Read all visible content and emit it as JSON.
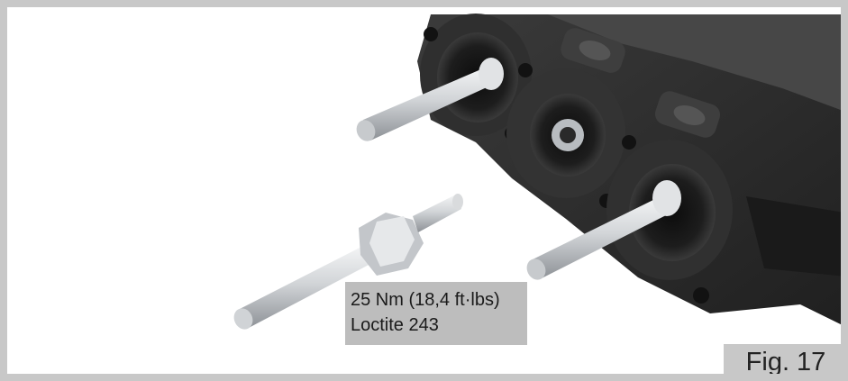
{
  "callout": {
    "line1": "25 Nm (18,4 ft·lbs)",
    "line2": "Loctite 243"
  },
  "figure": {
    "label": "Fig. 17"
  },
  "colors": {
    "frame": "#c8c8c8",
    "callout_bg": "#bdbdbd",
    "housing": "#2b2b2b",
    "steel": "#c9ccd0"
  }
}
